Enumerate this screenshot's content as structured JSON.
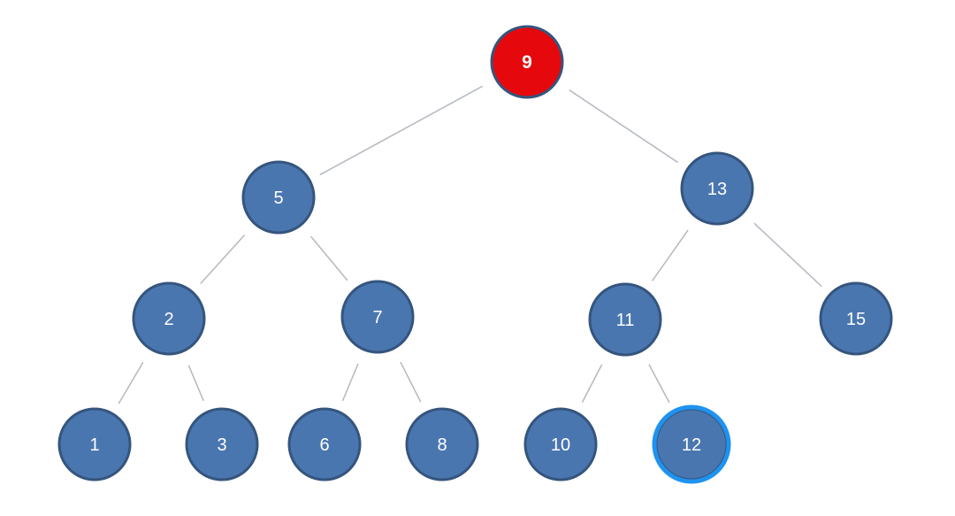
{
  "colors": {
    "node_fill": "#4a76b0",
    "node_stroke": "#35557d",
    "root_fill": "#e5090d",
    "root_stroke": "#8e0a0a",
    "highlight_ring": "#1e93f0",
    "edge": "#b7bcc2"
  },
  "root": "9",
  "highlighted": "12",
  "nodes": [
    {
      "id": "9",
      "label": "9"
    },
    {
      "id": "5",
      "label": "5"
    },
    {
      "id": "13",
      "label": "13"
    },
    {
      "id": "2",
      "label": "2"
    },
    {
      "id": "7",
      "label": "7"
    },
    {
      "id": "11",
      "label": "11"
    },
    {
      "id": "15",
      "label": "15"
    },
    {
      "id": "1",
      "label": "1"
    },
    {
      "id": "3",
      "label": "3"
    },
    {
      "id": "6",
      "label": "6"
    },
    {
      "id": "8",
      "label": "8"
    },
    {
      "id": "10",
      "label": "10"
    },
    {
      "id": "12",
      "label": "12"
    }
  ],
  "edges": [
    {
      "from": "9",
      "to": "5"
    },
    {
      "from": "9",
      "to": "13"
    },
    {
      "from": "5",
      "to": "2"
    },
    {
      "from": "5",
      "to": "7"
    },
    {
      "from": "13",
      "to": "11"
    },
    {
      "from": "13",
      "to": "15"
    },
    {
      "from": "2",
      "to": "1"
    },
    {
      "from": "2",
      "to": "3"
    },
    {
      "from": "7",
      "to": "6"
    },
    {
      "from": "7",
      "to": "8"
    },
    {
      "from": "11",
      "to": "10"
    },
    {
      "from": "11",
      "to": "12"
    }
  ]
}
